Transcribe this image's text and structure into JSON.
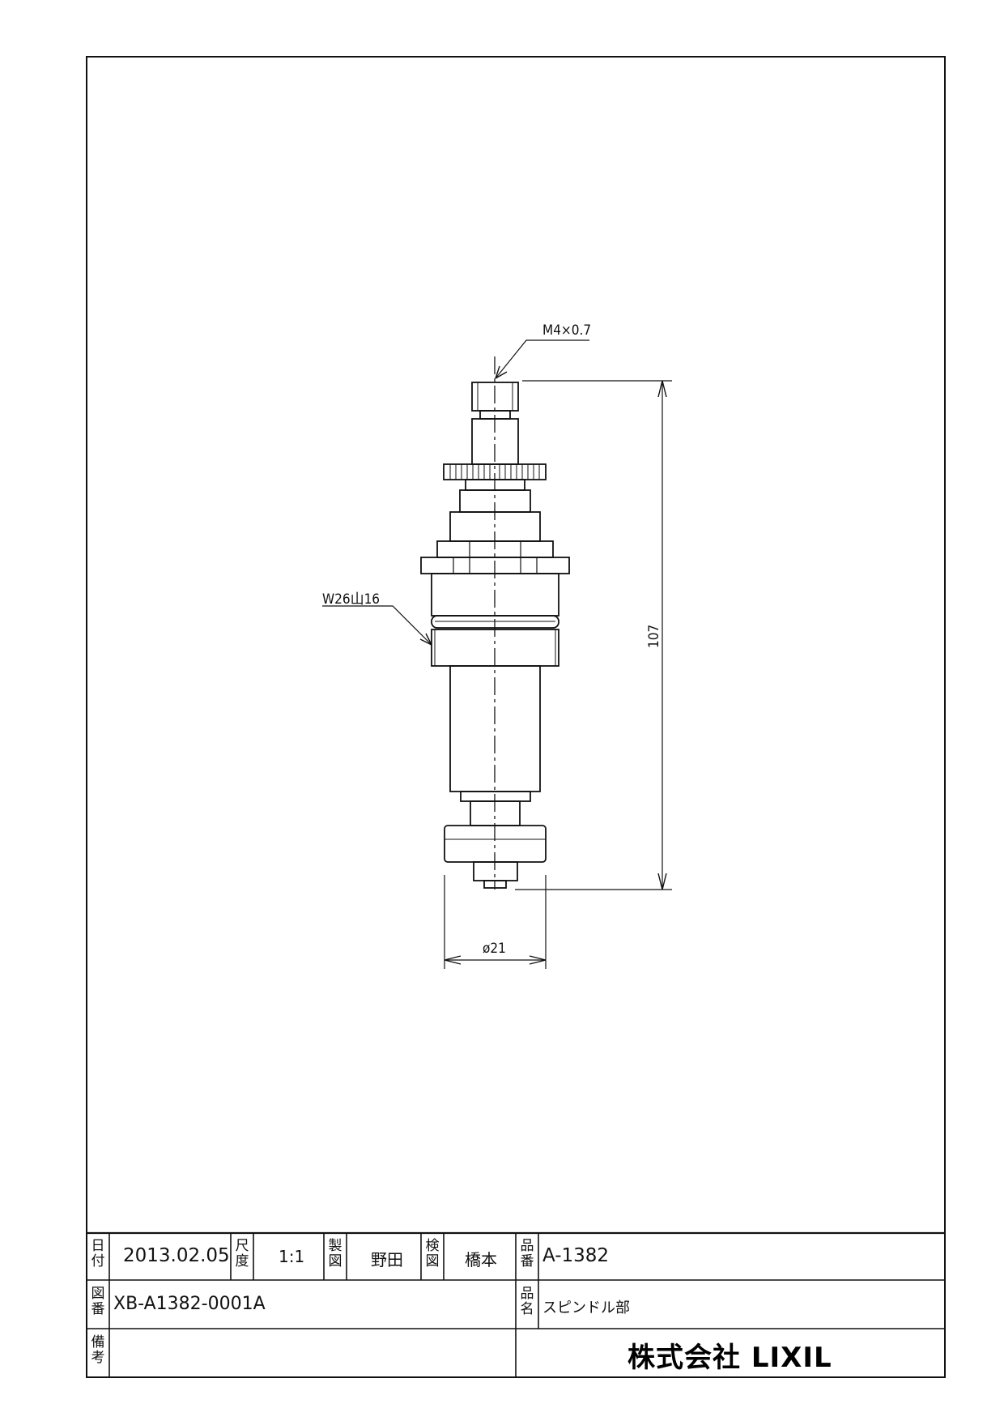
{
  "drawing": {
    "callouts": {
      "thread_top": "M4×0.7",
      "thread_mid": "W26山16",
      "length_dim": "107",
      "diameter_dim": "ø21"
    }
  },
  "title_block": {
    "date_caption": [
      "日",
      "付"
    ],
    "date": "2013.02.05",
    "scale_caption": [
      "尺",
      "度"
    ],
    "scale": "1:1",
    "drawn_caption": [
      "製",
      "図"
    ],
    "drawn_by": "野田",
    "checked_caption": [
      "検",
      "図"
    ],
    "checked_by": "橋本",
    "part_no_caption": [
      "品",
      "番"
    ],
    "part_no": "A-1382",
    "drawing_no_caption": [
      "図",
      "番"
    ],
    "drawing_no": "XB-A1382-0001A",
    "part_name_caption": [
      "品",
      "名"
    ],
    "part_name": "スピンドル部",
    "remarks_caption": [
      "備",
      "考"
    ],
    "company": "株式会社 LIXIL"
  }
}
